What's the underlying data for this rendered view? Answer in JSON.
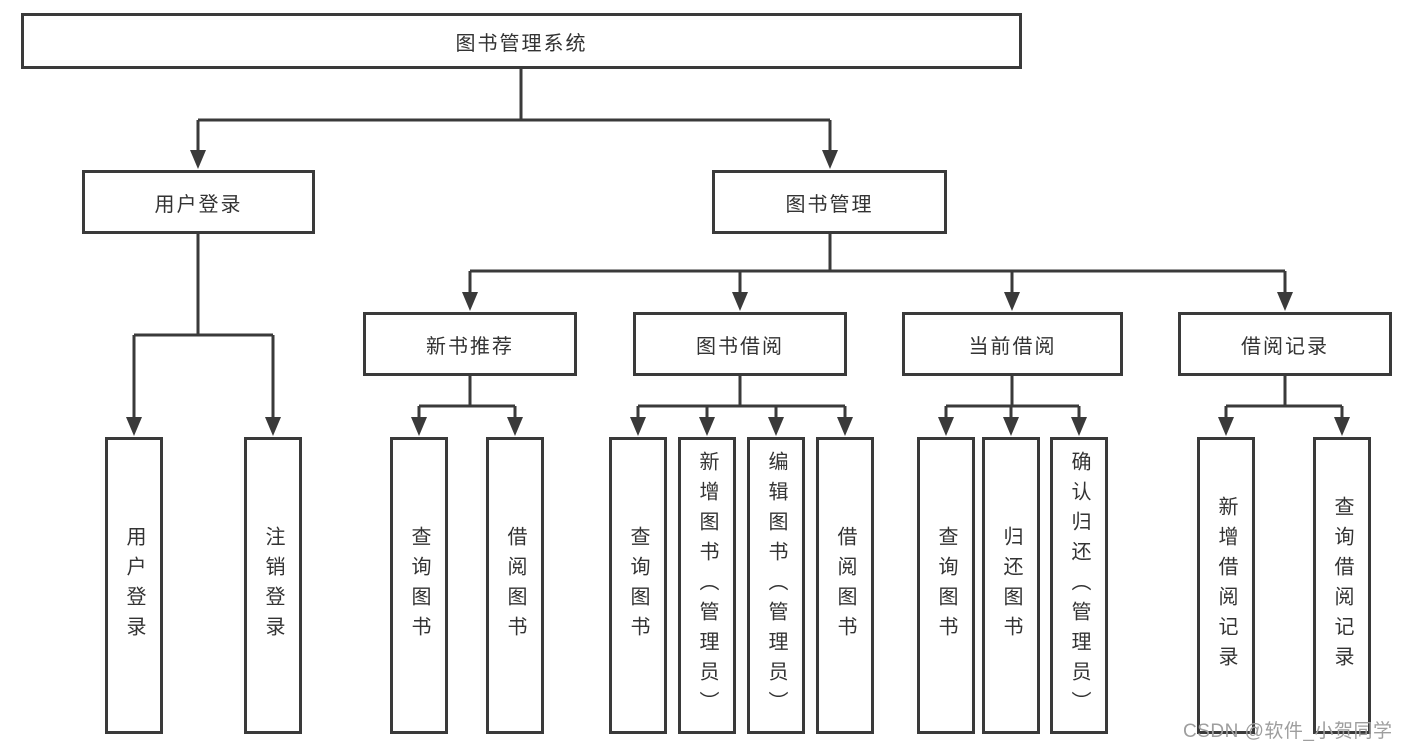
{
  "diagram": {
    "root": {
      "label": "图书管理系统"
    },
    "children": [
      {
        "label": "用户登录",
        "leaves": [
          "用户登录",
          "注销登录"
        ]
      },
      {
        "label": "图书管理",
        "groups": [
          {
            "label": "新书推荐",
            "leaves": [
              "查询图书",
              "借阅图书"
            ]
          },
          {
            "label": "图书借阅",
            "leaves": [
              "查询图书",
              "新增图书（管理员）",
              "编辑图书（管理员）",
              "借阅图书"
            ]
          },
          {
            "label": "当前借阅",
            "leaves": [
              "查询图书",
              "归还图书",
              "确认归还（管理员）"
            ]
          },
          {
            "label": "借阅记录",
            "leaves": [
              "新增借阅记录",
              "查询借阅记录"
            ]
          }
        ]
      }
    ]
  },
  "watermark": "CSDN @软件_小贺同学",
  "colors": {
    "line": "#3a3a3a",
    "text": "#333333",
    "watermark": "#9e9e9e",
    "background": "#ffffff"
  }
}
